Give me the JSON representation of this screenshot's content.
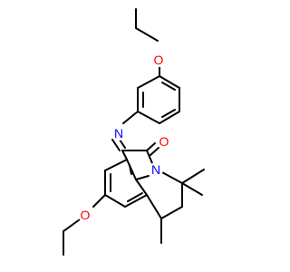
{
  "molecule": {
    "atom_labels": {
      "ether_oxygen_top": "O",
      "imine_nitrogen": "N",
      "carbonyl_oxygen": "O",
      "ring_nitrogen": "N",
      "ether_oxygen_bottom": "O"
    },
    "colors": {
      "oxygen": "#ff0000",
      "nitrogen": "#0000ff",
      "bond": "#000000"
    }
  }
}
